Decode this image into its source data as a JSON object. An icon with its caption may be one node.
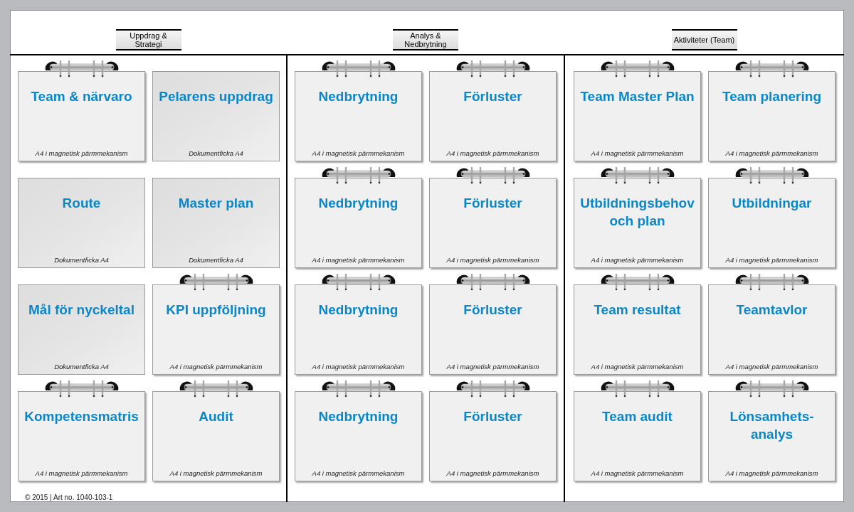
{
  "diagram": {
    "nodes": [
      {
        "text": [
          "Uppdrag & Strategi"
        ]
      },
      {
        "text": [
          "Analys & Nedbrytning"
        ]
      },
      {
        "text": [
          "Aktiviteter (Team)"
        ]
      },
      {
        "text": [
          "Team & närvaro",
          "A4 i magnetisk pärmmekanism"
        ]
      },
      {
        "text": [
          "Pelarens uppdrag",
          "Dokumentficka A4"
        ]
      },
      {
        "text": [
          "Route",
          "Dokumentficka A4"
        ]
      },
      {
        "text": [
          "Master plan",
          "Dokumentficka A4"
        ]
      },
      {
        "text": [
          "Mål för nyckeltal",
          "Dokumentficka A4"
        ]
      },
      {
        "text": [
          "KPI uppföljning",
          "A4 i magnetisk pärmmekanism"
        ]
      },
      {
        "text": [
          "Kompetensmatris",
          "A4 i magnetisk pärmmekanism"
        ]
      },
      {
        "text": [
          "Audit",
          "A4 i magnetisk pärmmekanism"
        ]
      },
      {
        "text": [
          "Nedbrytning",
          "A4 i magnetisk pärmmekanism"
        ]
      },
      {
        "text": [
          "Förluster",
          "A4 i magnetisk pärmmekanism"
        ]
      },
      {
        "text": [
          "Nedbrytning",
          "A4 i magnetisk pärmmekanism"
        ]
      },
      {
        "text": [
          "Förluster",
          "A4 i magnetisk pärmmekanism"
        ]
      },
      {
        "text": [
          "Nedbrytning",
          "A4 i magnetisk pärmmekanism"
        ]
      },
      {
        "text": [
          "Förluster",
          "A4 i magnetisk pärmmekanism"
        ]
      },
      {
        "text": [
          "Nedbrytning",
          "A4 i magnetisk pärmmekanism"
        ]
      },
      {
        "text": [
          "Förluster",
          "A4 i magnetisk pärmmekanism"
        ]
      },
      {
        "text": [
          "Team Master Plan",
          "A4 i magnetisk pärmmekanism"
        ]
      },
      {
        "text": [
          "Team planering",
          "A4 i magnetisk pärmmekanism"
        ]
      },
      {
        "text": [
          "Utbildningsbehov och plan",
          "A4 i magnetisk pärmmekanism"
        ]
      },
      {
        "text": [
          "Utbildningar",
          "A4 i magnetisk pärmmekanism"
        ]
      },
      {
        "text": [
          "Team resultat",
          "A4 i magnetisk pärmmekanism"
        ]
      },
      {
        "text": [
          "Teamtavlor",
          "A4 i magnetisk pärmmekanism"
        ]
      },
      {
        "text": [
          "Team audit",
          "A4 i magnetisk pärmmekanism"
        ]
      },
      {
        "text": [
          "Lönsamhets- analys",
          "A4 i magnetisk pärmmekanism"
        ]
      }
    ],
    "labels": [
      "© 2015 | Art no. 1040-103-1"
    ]
  }
}
